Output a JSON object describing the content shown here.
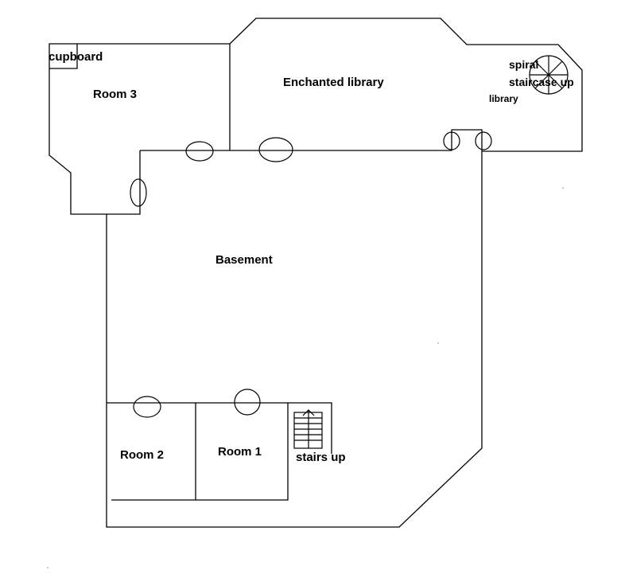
{
  "rooms": {
    "cupboard": "cupboard",
    "room3": "Room 3",
    "enchanted_library": "Enchanted library",
    "spiral_staircase": [
      "spiral",
      "staircase up"
    ],
    "library": "library",
    "basement": "Basement",
    "room2": "Room 2",
    "room1": "Room 1",
    "stairs_up": "stairs up"
  }
}
